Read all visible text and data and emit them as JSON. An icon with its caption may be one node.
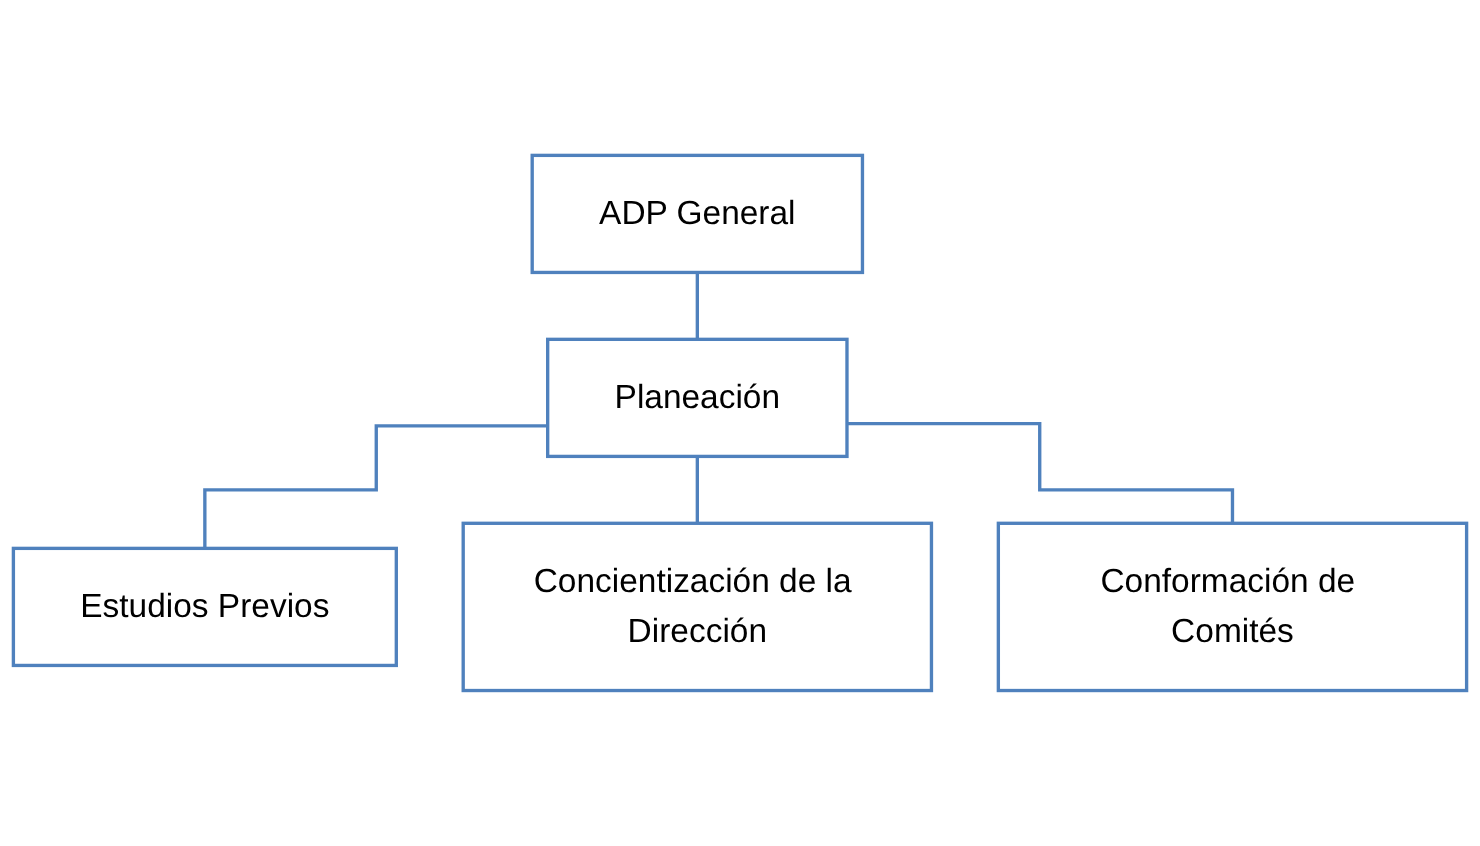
{
  "diagram": {
    "nodes": [
      {
        "text": [
          "ADP General"
        ]
      },
      {
        "text": [
          "Planeación"
        ]
      },
      {
        "text": [
          "Estudios Previos"
        ]
      },
      {
        "text": [
          "Concientización de la Dirección"
        ]
      },
      {
        "text": [
          "Conformación de Comités"
        ]
      }
    ],
    "edges": [
      {
        "from": 0,
        "to": 1,
        "arrow": "none"
      },
      {
        "from": 1,
        "to": 2,
        "arrow": "none"
      },
      {
        "from": 1,
        "to": 3,
        "arrow": "none"
      },
      {
        "from": 1,
        "to": 4,
        "arrow": "none"
      }
    ]
  }
}
